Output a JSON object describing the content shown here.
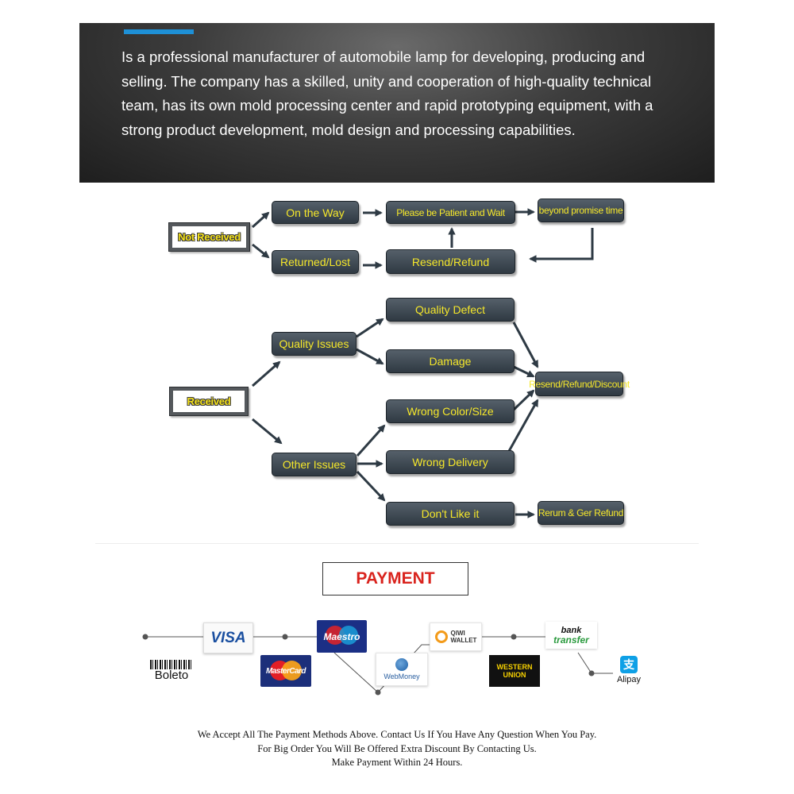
{
  "intro": {
    "text": "Is a professional manufacturer of automobile lamp for developing, producing and selling. The company has a skilled, unity and cooperation of high-quality technical team, has its own mold processing center and rapid prototyping equipment, with a strong product development, mold design and processing capabilities."
  },
  "not_received_flow": {
    "root": "Not Received",
    "on_the_way": "On the Way",
    "patient_wait": "Please be Patient and Wait",
    "beyond_time": "beyond promise time",
    "returned_lost": "Returned/Lost",
    "resend_refund": "Resend/Refund"
  },
  "received_flow": {
    "root": "Received",
    "quality_issues": "Quality Issues",
    "other_issues": "Other Issues",
    "quality_defect": "Quality Defect",
    "damage": "Damage",
    "wrong_color_size": "Wrong Color/Size",
    "wrong_delivery": "Wrong Delivery",
    "dont_like": "Don't Like it",
    "resend_refund_discount": "Resend/Refund/Discount",
    "return_refund": "Rerum & Ger Refund"
  },
  "payment": {
    "title": "PAYMENT",
    "logos": {
      "visa": "VISA",
      "maestro": "Maestro",
      "mastercard": "MasterCard",
      "boleto": "Boleto",
      "qiwi": "QIWI\nWALLET",
      "webmoney": "WebMoney",
      "bank_transfer_1": "bank",
      "bank_transfer_2": "transfer",
      "western_union": "WESTERN\nUNION",
      "alipay": "Alipay"
    },
    "note_lines": [
      "We Accept All The Payment Methods Above. Contact Us If You Have Any Question When You Pay.",
      "For Big Order You Will Be Offered Extra Discount By Contacting Us.",
      "Make Payment Within 24 Hours."
    ]
  },
  "colors": {
    "accent_bar": "#1e90d6",
    "box_text": "#f5e72a",
    "payment_title": "#d9231d"
  }
}
